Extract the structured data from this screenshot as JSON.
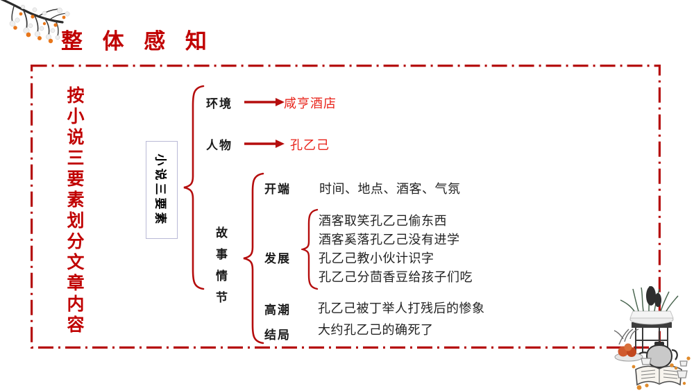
{
  "page": {
    "title": "整 体 感 知",
    "title_color": "#c00000",
    "background": "#ffffff",
    "frame_color": "#b50d0d",
    "accent_red": "#e8231a",
    "text_color": "#222222"
  },
  "decorations": {
    "top_left": "plum-branch-illustration",
    "bottom_right": "ink-painting-teapot-plant-book-illustration"
  },
  "left_headline": {
    "text": "按小说三要素划分文章内容",
    "color": "#c00000"
  },
  "root_box": {
    "label": "小说三要素",
    "border_color": "#b9b9d6"
  },
  "branches": [
    {
      "label": "环境",
      "arrow": "right-arrow-icon",
      "value": "咸亨酒店",
      "value_color": "#e8231a"
    },
    {
      "label": "人物",
      "arrow": "right-arrow-icon",
      "value": "孔乙己",
      "value_color": "#e8231a"
    }
  ],
  "plot": {
    "label": "故事情节",
    "stages": [
      {
        "name": "开端",
        "items": [
          "时间、地点、酒客、气氛"
        ]
      },
      {
        "name": "发展",
        "items": [
          "酒客取笑孔乙己偷东西",
          "酒客奚落孔乙己没有进学",
          "孔乙己教小伙计识字",
          "孔乙己分茴香豆给孩子们吃"
        ]
      },
      {
        "name": "高潮",
        "items": [
          "孔乙己被丁举人打残后的惨象"
        ]
      },
      {
        "name": "结局",
        "items": [
          "大约孔乙己的确死了"
        ]
      }
    ]
  }
}
